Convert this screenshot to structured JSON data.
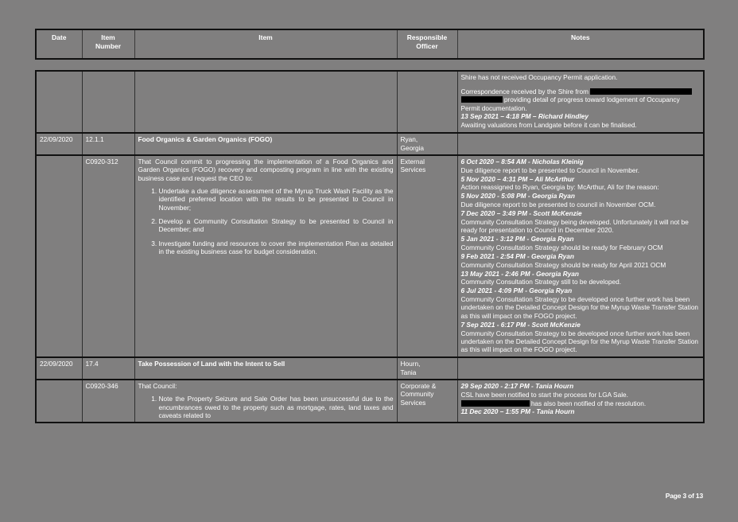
{
  "document": {
    "footer": "Page 3 of 13"
  },
  "table": {
    "columns": [
      {
        "label": "Date"
      },
      {
        "label": "Item\nNumber"
      },
      {
        "label": "Item"
      },
      {
        "label": "Responsible\nOfficer"
      },
      {
        "label": "Notes"
      }
    ],
    "column_labels": {
      "date": "Date",
      "item_number_line1": "Item",
      "item_number_line2": "Number",
      "item": "Item",
      "responsible_officer_line1": "Responsible",
      "responsible_officer_line2": "Officer",
      "notes": "Notes"
    }
  },
  "rows": {
    "carryover_notes": {
      "line1": "Shire has not received Occupancy Permit application.",
      "line2_pre": "Correspondence received by the Shire from",
      "line2_post": "providing detail of progress toward lodgement of Occupancy Permit documentation.",
      "timestamp": "13 Sep 2021 – 4:18 PM – Richard Hindley",
      "line3": "Awaiting valuations from Landgate before it can be finalised."
    },
    "fogo_header": {
      "date": "22/09/2020",
      "item_number": "12.1.1",
      "item": "Food Organics & Garden Organics (FOGO)",
      "officer_line1": "Ryan,",
      "officer_line2": "Georgia"
    },
    "fogo_detail": {
      "resolution_number": "C0920-312",
      "intro": "That Council commit to progressing the implementation of a Food Organics and Garden Organics (FOGO) recovery and composting program in line with the existing business case and request the CEO to:",
      "points": [
        "Undertake a due diligence assessment of the Myrup Truck Wash Facility as the identified preferred location with the results to be presented to Council in November;",
        "Develop a Community Consultation Strategy to be presented to Council in December; and",
        "Investigate funding and resources to cover the implementation Plan as detailed in the existing business case for budget consideration."
      ],
      "officer_line1": "External",
      "officer_line2": "Services",
      "notes": [
        {
          "type": "timestamp",
          "text": "6 Oct 2020 – 8:54 AM - Nicholas Kleinig"
        },
        {
          "type": "body",
          "text": "Due diligence report to be presented to Council in November."
        },
        {
          "type": "timestamp",
          "text": "5 Nov 2020 – 4:31 PM – Ali McArthur"
        },
        {
          "type": "body",
          "text": "Action reassigned to Ryan, Georgia by: McArthur, Ali for the reason:"
        },
        {
          "type": "timestamp",
          "text": "5 Nov 2020 - 5:08 PM - Georgia Ryan"
        },
        {
          "type": "body",
          "text": "Due diligence report to be presented to council in November OCM."
        },
        {
          "type": "timestamp",
          "text": "7 Dec 2020 – 3:49 PM - Scott McKenzie"
        },
        {
          "type": "body",
          "text": "Community Consultation Strategy being developed.  Unfortunately it will not be ready for presentation to Council in December 2020."
        },
        {
          "type": "timestamp",
          "text": "5 Jan 2021 - 3:12 PM - Georgia Ryan"
        },
        {
          "type": "body",
          "text": "Community Consultation Strategy should be ready for February OCM"
        },
        {
          "type": "timestamp",
          "text": "9 Feb 2021 - 2:54 PM - Georgia Ryan"
        },
        {
          "type": "body",
          "text": "Community Consultation Strategy should be ready for April 2021 OCM"
        },
        {
          "type": "timestamp",
          "text": "13 May 2021 - 2:46 PM - Georgia Ryan"
        },
        {
          "type": "body",
          "text": "Community Consultation Strategy still to be developed."
        },
        {
          "type": "timestamp",
          "text": "6 Jul 2021 - 4:09 PM - Georgia Ryan"
        },
        {
          "type": "body",
          "text": "Community Consultation Strategy to be developed once further work has been undertaken on the Detailed Concept Design for the Myrup Waste Transfer Station as this will impact on the FOGO project."
        },
        {
          "type": "timestamp",
          "text": "7 Sep 2021 - 6:17 PM - Scott McKenzie"
        },
        {
          "type": "body",
          "text": "Community Consultation Strategy to be developed once further work has been undertaken on the Detailed Concept Design for the Myrup Waste Transfer Station as this will impact on the FOGO project."
        }
      ]
    },
    "land_header": {
      "date": "22/09/2020",
      "item_number": "17.4",
      "item": "Take Possession of Land with the Intent to Sell",
      "officer_line1": "Hourn,",
      "officer_line2": "Tania"
    },
    "land_detail": {
      "resolution_number": "C0920-346",
      "intro": "That Council:",
      "points": [
        "Note the Property Seizure and Sale Order has been unsuccessful due to the encumbrances owed to the property such as mortgage, rates, land taxes and caveats related to"
      ],
      "officer_line1": "Corporate &",
      "officer_line2": "Community",
      "officer_line3": "Services",
      "notes": [
        {
          "type": "timestamp",
          "text": "29 Sep 2020 - 2:17 PM - Tania Hourn"
        },
        {
          "type": "body",
          "text": "CSL have been notified to start the process for LGA Sale."
        },
        {
          "type": "redacted",
          "text": "has also been notified of the resolution."
        },
        {
          "type": "timestamp",
          "text": "11 Dec 2020 – 1:55 PM - Tania Hourn"
        }
      ]
    }
  }
}
